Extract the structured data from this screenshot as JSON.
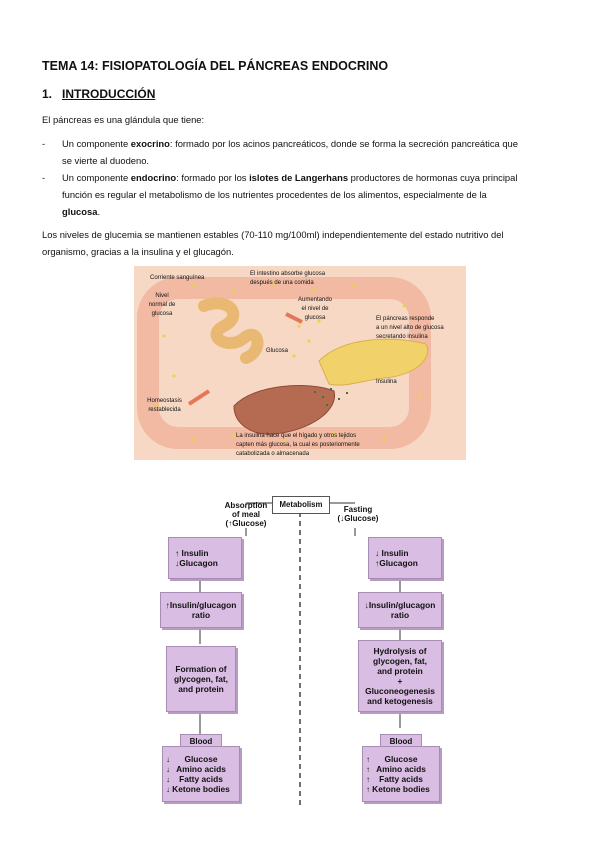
{
  "title": "TEMA 14: FISIOPATOLOGÍA DEL PÁNCREAS ENDOCRINO",
  "section": {
    "number": "1.",
    "heading": "INTRODUCCIÓN"
  },
  "intro": "El páncreas es una glándula que tiene:",
  "bullets": [
    {
      "dash": "-",
      "pre": "Un componente ",
      "bold": "exocrino",
      "post_line1": ": formado por los acinos pancreáticos, donde se forma la secreción pancreática que",
      "line2": "se vierte al duodeno."
    },
    {
      "dash": "-",
      "pre": "Un componente ",
      "bold": "endocrino",
      "post_line1a": ": formado por los ",
      "bold2": "islotes de Langerhans",
      "post_line1b": " productores de hormonas cuya principal",
      "line2": "función es regular el metabolismo de los nutrientes procedentes de los alimentos, especialmente de la",
      "line3_bold": "glucosa",
      "line3_end": "."
    }
  ],
  "para2_line1": "Los niveles de glucemia se mantienen estables (70-110 mg/100ml) independientemente del estado nutritivo del",
  "para2_line2": "organismo, gracias a la insulina y el glucagón.",
  "figure1": {
    "labels": {
      "corriente": "Corriente sanguínea",
      "nivel": "Nivel\nnormal de\nglucosa",
      "intestino": "El intestino absorbe glucosa\ndespués de una comida",
      "aumentando": "Aumentando\nel nivel de\nglucosa",
      "pancreas": "El páncreas responde\na un nivel alto de glucosa\nsecretando insulina",
      "glucosa": "Glucosa",
      "insulina": "Insulina",
      "homeostasis": "Homeostasis\nrestablecida",
      "bottom": "La insulina hace que el hígado y otros tejidos\ncapten más glucosa, la cual es posteriormente\ncatabolizada o almacenada"
    }
  },
  "figure2": {
    "metabolism": "Metabolism",
    "left_header": [
      "Absorption",
      "of meal",
      "(↑Glucose)"
    ],
    "right_header": [
      "Fasting",
      "(↓Glucose)"
    ],
    "left": {
      "box1": [
        "↑ Insulin",
        "↓Glucagon"
      ],
      "box2": [
        "↑Insulin/glucagon",
        "ratio"
      ],
      "box3": [
        "Formation of",
        "glycogen, fat,",
        "and protein"
      ],
      "blood": "Blood",
      "box4": [
        "Glucose",
        "Amino acids",
        "Fatty acids",
        "Ketone bodies"
      ]
    },
    "right": {
      "box1": [
        "↓ Insulin",
        "↑Glucagon"
      ],
      "box2": [
        "↓Insulin/glucagon",
        "ratio"
      ],
      "box3": [
        "Hydrolysis of",
        "glycogen, fat,",
        "and protein",
        "+",
        "Gluconeogenesis",
        "and ketogenesis"
      ],
      "blood": "Blood",
      "box4": [
        "Glucose",
        "Amino acids",
        "Fatty acids",
        "Ketone bodies"
      ]
    },
    "colors": {
      "box": "#d9bde2",
      "border": "#a78cb3"
    }
  }
}
